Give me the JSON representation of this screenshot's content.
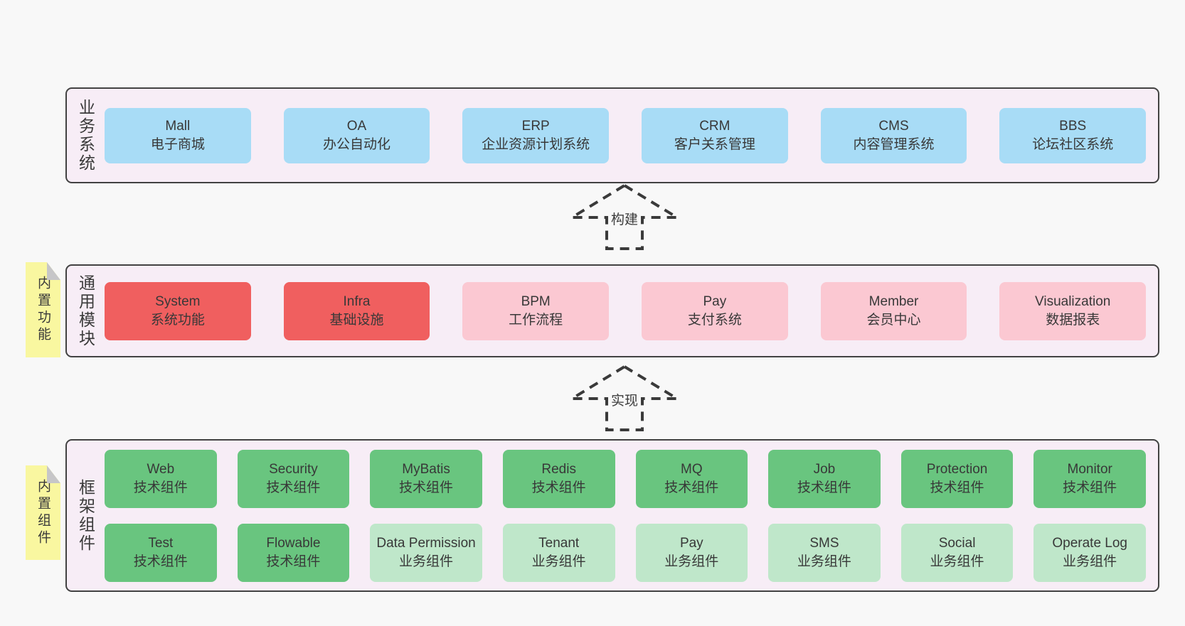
{
  "colors": {
    "blue": "#a8dcf6",
    "red": "#f05f5f",
    "pink": "#fbc8d2",
    "green": "#69c57f",
    "green_light": "#bfe7ca",
    "panel_bg": "#f7edf6",
    "panel_border": "#424242",
    "sticky_yellow": "#f9f7a0",
    "sticky_fold": "#c6c6c8",
    "page_bg": "#f8f8f8"
  },
  "sections": [
    {
      "id": "business",
      "label": "业务系统",
      "tab": null,
      "rows": [
        [
          {
            "name": "Mall",
            "desc": "电子商城",
            "color": "blue"
          },
          {
            "name": "OA",
            "desc": "办公自动化",
            "color": "blue"
          },
          {
            "name": "ERP",
            "desc": "企业资源计划系统",
            "color": "blue"
          },
          {
            "name": "CRM",
            "desc": "客户关系管理",
            "color": "blue"
          },
          {
            "name": "CMS",
            "desc": "内容管理系统",
            "color": "blue"
          },
          {
            "name": "BBS",
            "desc": "论坛社区系统",
            "color": "blue"
          }
        ]
      ]
    },
    {
      "id": "modules",
      "label": "通用模块",
      "tab": "内置功能",
      "rows": [
        [
          {
            "name": "System",
            "desc": "系统功能",
            "color": "red"
          },
          {
            "name": "Infra",
            "desc": "基础设施",
            "color": "red"
          },
          {
            "name": "BPM",
            "desc": "工作流程",
            "color": "pink"
          },
          {
            "name": "Pay",
            "desc": "支付系统",
            "color": "pink"
          },
          {
            "name": "Member",
            "desc": "会员中心",
            "color": "pink"
          },
          {
            "name": "Visualization",
            "desc": "数据报表",
            "color": "pink"
          }
        ]
      ]
    },
    {
      "id": "components",
      "label": "框架组件",
      "tab": "内置组件",
      "rows": [
        [
          {
            "name": "Web",
            "desc": "技术组件",
            "color": "green"
          },
          {
            "name": "Security",
            "desc": "技术组件",
            "color": "green"
          },
          {
            "name": "MyBatis",
            "desc": "技术组件",
            "color": "green"
          },
          {
            "name": "Redis",
            "desc": "技术组件",
            "color": "green"
          },
          {
            "name": "MQ",
            "desc": "技术组件",
            "color": "green"
          },
          {
            "name": "Job",
            "desc": "技术组件",
            "color": "green"
          },
          {
            "name": "Protection",
            "desc": "技术组件",
            "color": "green"
          },
          {
            "name": "Monitor",
            "desc": "技术组件",
            "color": "green"
          }
        ],
        [
          {
            "name": "Test",
            "desc": "技术组件",
            "color": "green"
          },
          {
            "name": "Flowable",
            "desc": "技术组件",
            "color": "green"
          },
          {
            "name": "Data Permission",
            "desc": "业务组件",
            "color": "green_light"
          },
          {
            "name": "Tenant",
            "desc": "业务组件",
            "color": "green_light"
          },
          {
            "name": "Pay",
            "desc": "业务组件",
            "color": "green_light"
          },
          {
            "name": "SMS",
            "desc": "业务组件",
            "color": "green_light"
          },
          {
            "name": "Social",
            "desc": "业务组件",
            "color": "green_light"
          },
          {
            "name": "Operate Log",
            "desc": "业务组件",
            "color": "green_light"
          }
        ]
      ]
    }
  ],
  "arrows": [
    {
      "label": "构建"
    },
    {
      "label": "实现"
    }
  ]
}
